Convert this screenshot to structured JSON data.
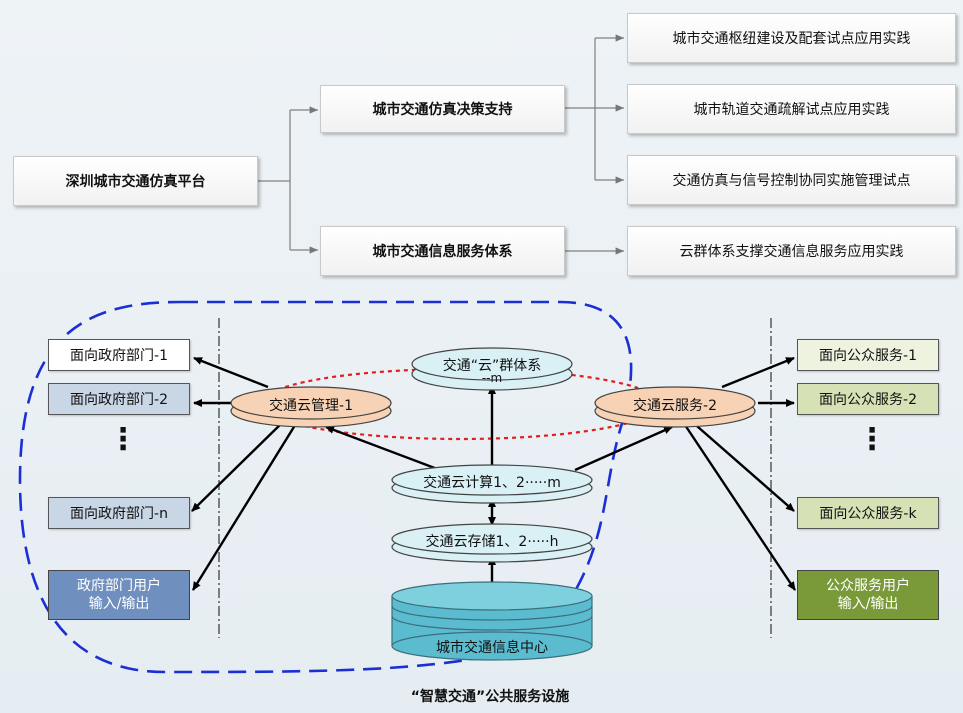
{
  "tree": {
    "root": "深圳城市交通仿真平台",
    "branches": [
      {
        "label": "城市交通仿真决策支持",
        "children": [
          "城市交通枢纽建设及配套试点应用实践",
          "城市轨道交通疏解试点应用实践",
          "交通仿真与信号控制协同实施管理试点"
        ]
      },
      {
        "label": "城市交通信息服务体系",
        "children": [
          "云群体系支撑交通信息服务应用实践"
        ]
      }
    ]
  },
  "cloud": {
    "group_line1": "交通“云”群体系",
    "group_line2": "--m",
    "management": "交通云管理-1",
    "service": "交通云服务-2",
    "compute": "交通云计算1、2·····m",
    "storage": "交通云存储1、2·····h",
    "datacenter": "城市交通信息中心",
    "caption": "“智慧交通”公共服务设施"
  },
  "gov": {
    "items": [
      "面向政府部门-1",
      "面向政府部门-2",
      "面向政府部门-n"
    ],
    "ellipsis": "⋮",
    "user_line1": "政府部门用户",
    "user_line2": "输入/输出"
  },
  "pub": {
    "items": [
      "面向公众服务-1",
      "面向公众服务-2",
      "面向公众服务-k"
    ],
    "ellipsis": "⋮",
    "user_line1": "公众服务用户",
    "user_line2": "输入/输出"
  },
  "colors": {
    "gov_box_1": "#ffffff",
    "gov_box": "#c9d6e6",
    "gov_user": "#6f8fbf",
    "pub_box_1": "#eef3e0",
    "pub_box": "#d6e2b6",
    "pub_user": "#7a9a3a",
    "ellipse_orange": "#f8d2b4",
    "ellipse_cyan": "#d9f0f5",
    "datacenter": "#5bbccf",
    "dashed_blue": "#1a2fd4",
    "dashed_red": "#e02020"
  }
}
